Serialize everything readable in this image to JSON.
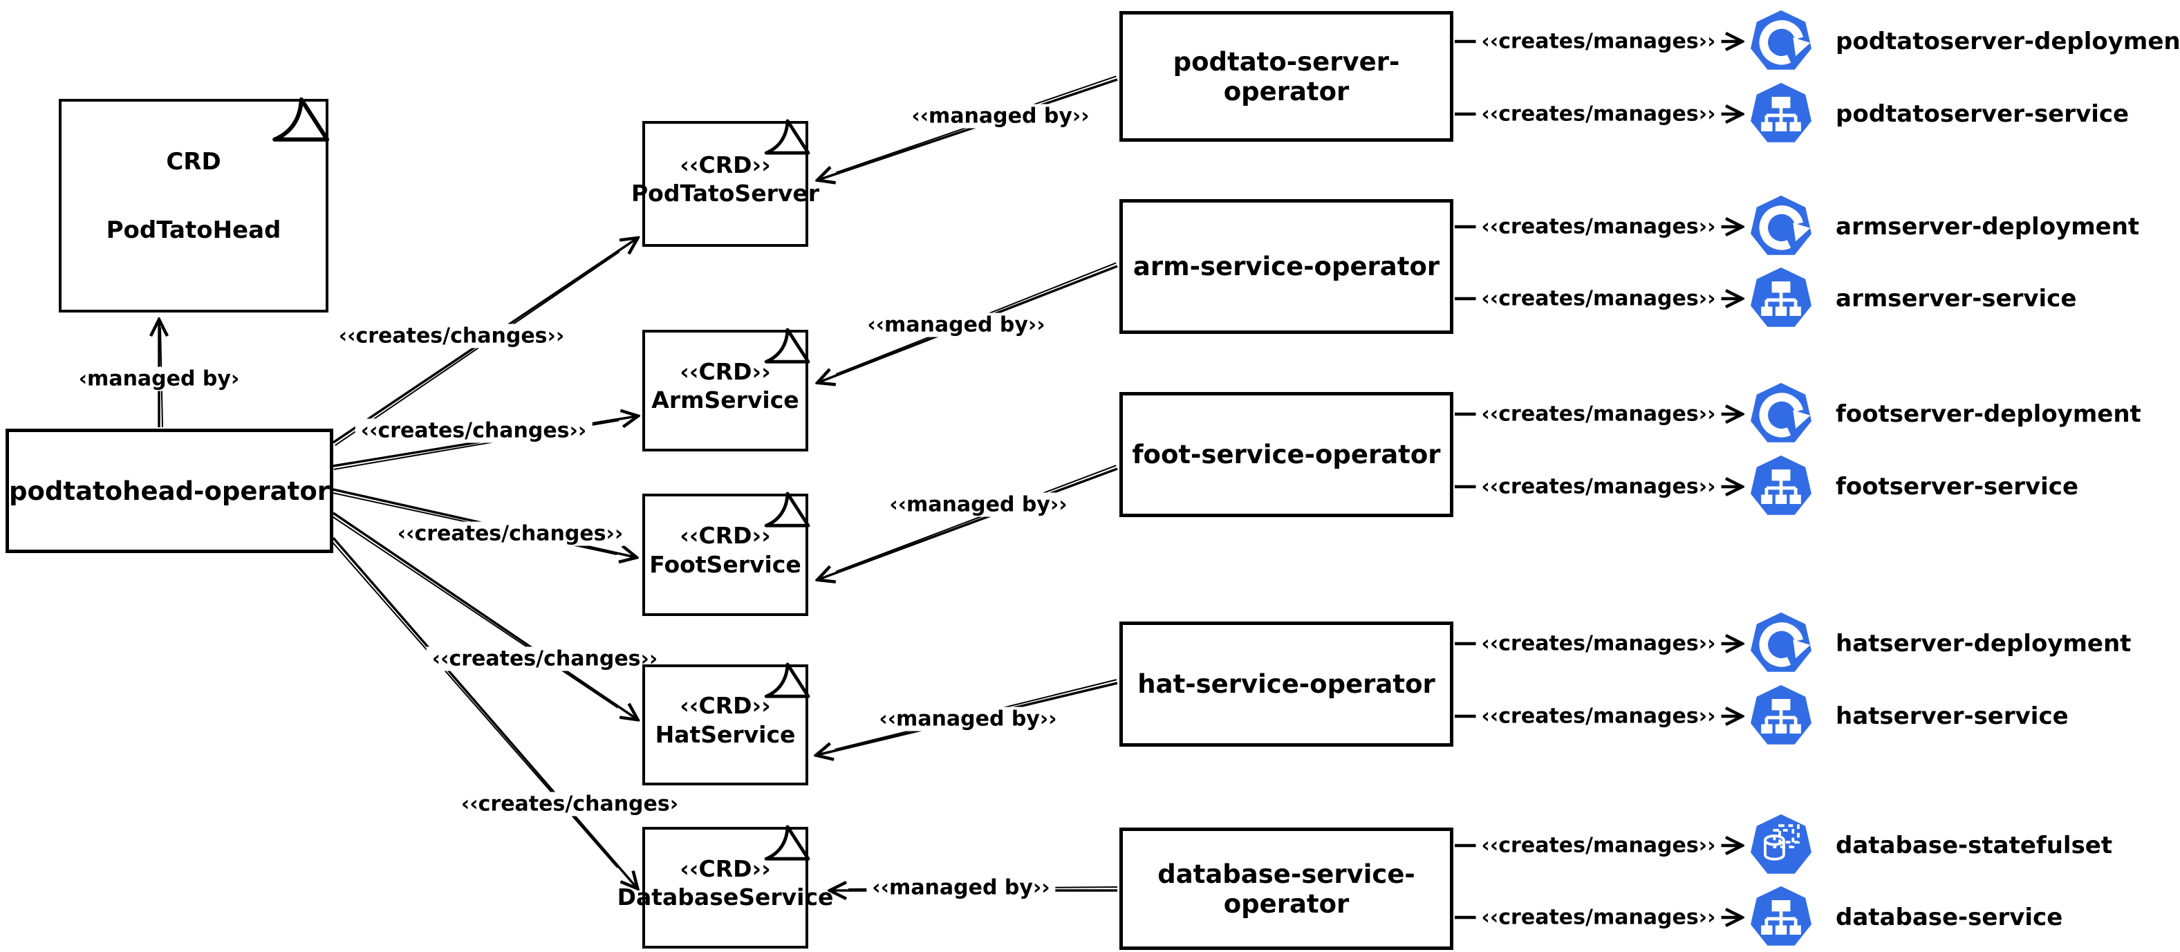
{
  "diagram": {
    "head_crd": {
      "stereotype": "CRD",
      "name": "PodTatoHead"
    },
    "head_managed_by_label": "‹managed by›",
    "main_operator_label": "podtatohead-operator",
    "creates_changes_labels": [
      "‹‹creates/changes››",
      "‹‹creates/changes››",
      "‹‹creates/changes››",
      "‹‹creates/changes››",
      "‹‹creates/changes›"
    ],
    "rows": [
      {
        "crd_stereotype": "‹‹CRD››",
        "crd_name": "PodTatoServer",
        "managed_by": "‹‹managed by››",
        "operator": "podtato-server-operator",
        "resources": [
          {
            "icon": "deployment-icon",
            "creates_manages": "‹‹creates/manages››",
            "label": "podtatoserver-deployment"
          },
          {
            "icon": "service-icon",
            "creates_manages": "‹‹creates/manages››",
            "label": "podtatoserver-service"
          }
        ]
      },
      {
        "crd_stereotype": "‹‹CRD››",
        "crd_name": "ArmService",
        "managed_by": "‹‹managed by››",
        "operator": "arm-service-operator",
        "resources": [
          {
            "icon": "deployment-icon",
            "creates_manages": "‹‹creates/manages››",
            "label": "armserver-deployment"
          },
          {
            "icon": "service-icon",
            "creates_manages": "‹‹creates/manages››",
            "label": "armserver-service"
          }
        ]
      },
      {
        "crd_stereotype": "‹‹CRD››",
        "crd_name": "FootService",
        "managed_by": "‹‹managed by››",
        "operator": "foot-service-operator",
        "resources": [
          {
            "icon": "deployment-icon",
            "creates_manages": "‹‹creates/manages››",
            "label": "footserver-deployment"
          },
          {
            "icon": "service-icon",
            "creates_manages": "‹‹creates/manages››",
            "label": "footserver-service"
          }
        ]
      },
      {
        "crd_stereotype": "‹‹CRD››",
        "crd_name": "HatService",
        "managed_by": "‹‹managed by››",
        "operator": "hat-service-operator",
        "resources": [
          {
            "icon": "deployment-icon",
            "creates_manages": "‹‹creates/manages››",
            "label": "hatserver-deployment"
          },
          {
            "icon": "service-icon",
            "creates_manages": "‹‹creates/manages››",
            "label": "hatserver-service"
          }
        ]
      },
      {
        "crd_stereotype": "‹‹CRD››",
        "crd_name": "DatabaseService",
        "managed_by": "‹‹managed by››",
        "operator": "database-service-operator",
        "resources": [
          {
            "icon": "statefulset-icon",
            "creates_manages": "‹‹creates/manages››",
            "label": "database-statefulset"
          },
          {
            "icon": "service-icon",
            "creates_manages": "‹‹creates/manages››",
            "label": "database-service"
          }
        ]
      }
    ],
    "colors": {
      "kubernetes_blue": "#326CE5",
      "ink": "#000000",
      "background": "#FFFFFF"
    }
  }
}
